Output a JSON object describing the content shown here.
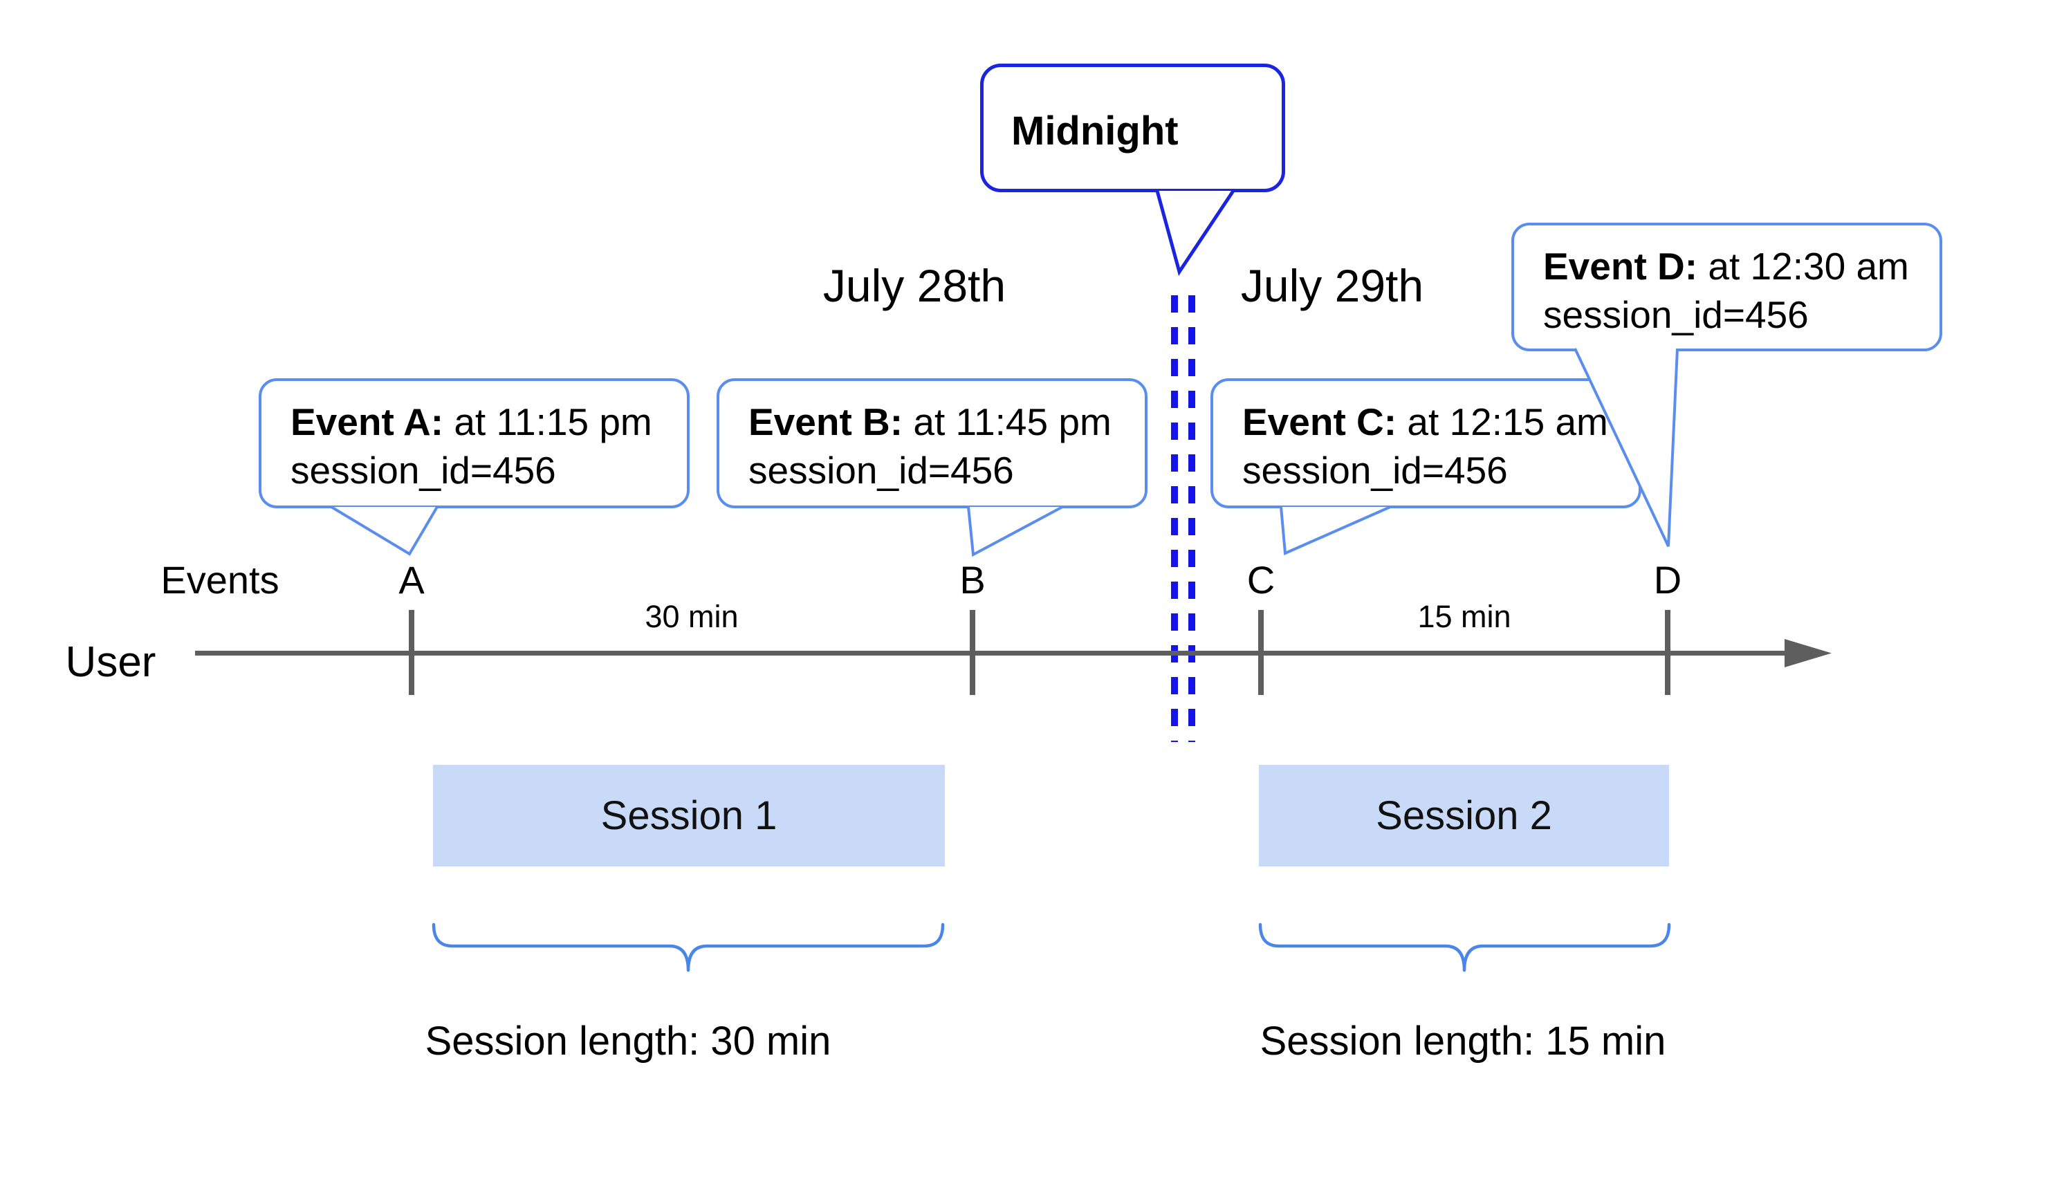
{
  "diagram": {
    "midnight": {
      "label": "Midnight"
    },
    "dates": {
      "left": "July 28th",
      "right": "July 29th"
    },
    "events": [
      {
        "letter": "A",
        "bold": "Event A:",
        "time": " at 11:15 pm",
        "session": "session_id=456"
      },
      {
        "letter": "B",
        "bold": "Event B:",
        "time": " at 11:45 pm",
        "session": "session_id=456"
      },
      {
        "letter": "C",
        "bold": "Event C:",
        "time": " at 12:15 am",
        "session": "session_id=456"
      },
      {
        "letter": "D",
        "bold": "Event D:",
        "time": " at 12:30 am",
        "session": "session_id=456"
      }
    ],
    "axis": {
      "events_label": "Events",
      "user_label": "User",
      "interval_left": "30 min",
      "interval_right": "15 min"
    },
    "sessions": [
      {
        "label": "Session 1",
        "length": "Session length: 30 min"
      },
      {
        "label": "Session 2",
        "length": "Session length: 15 min"
      }
    ],
    "colors": {
      "event_bubble_border": "#5b8dee",
      "midnight_border": "#1b24df",
      "dashed_line": "#1414e8",
      "brace": "#4a86e8",
      "session_fill": "#c9daf8",
      "axis_gray": "#5e5e5e"
    }
  }
}
